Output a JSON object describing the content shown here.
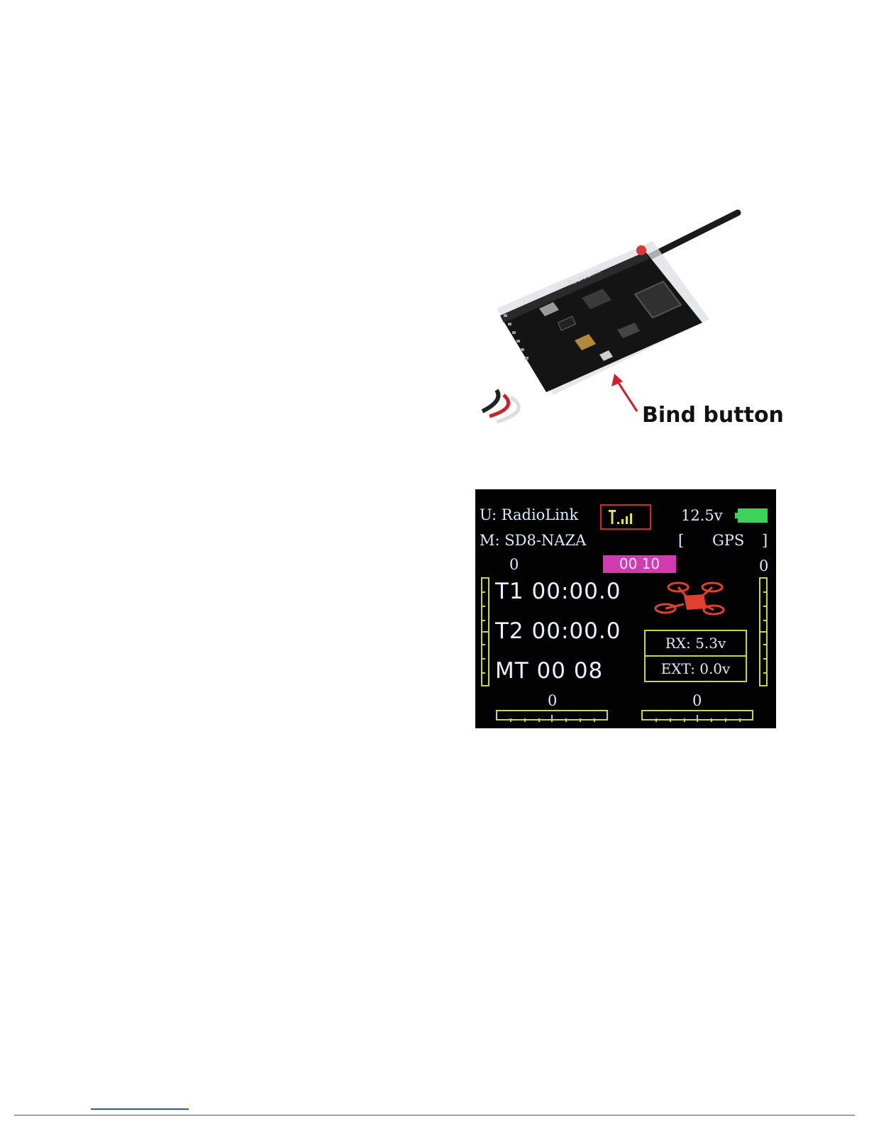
{
  "receiver": {
    "bind_label": "Bind button",
    "board_print": "RadioLink"
  },
  "lcd": {
    "user_line": "U: RadioLink",
    "model_line": "M: SD8-NAZA",
    "voltage": "12.5v",
    "mode_bracket_left": "[",
    "mode": "GPS",
    "mode_bracket_right": "]",
    "left_value": "0",
    "right_value": "0",
    "timer_chip": "00 10",
    "t1": "T1 00:00.0",
    "t2": "T2 00:00.0",
    "mt": "MT 00 08",
    "rx": "RX: 5.3v",
    "ext": "EXT: 0.0v",
    "bottom_left_value": "0",
    "bottom_right_value": "0",
    "colors": {
      "signal_box": "#e0202a",
      "signal_icon": "#e4e24a",
      "battery": "#3fd25a",
      "timer_chip": "#d13bb0",
      "bars": "#c8d640",
      "drone": "#e0402e"
    }
  }
}
